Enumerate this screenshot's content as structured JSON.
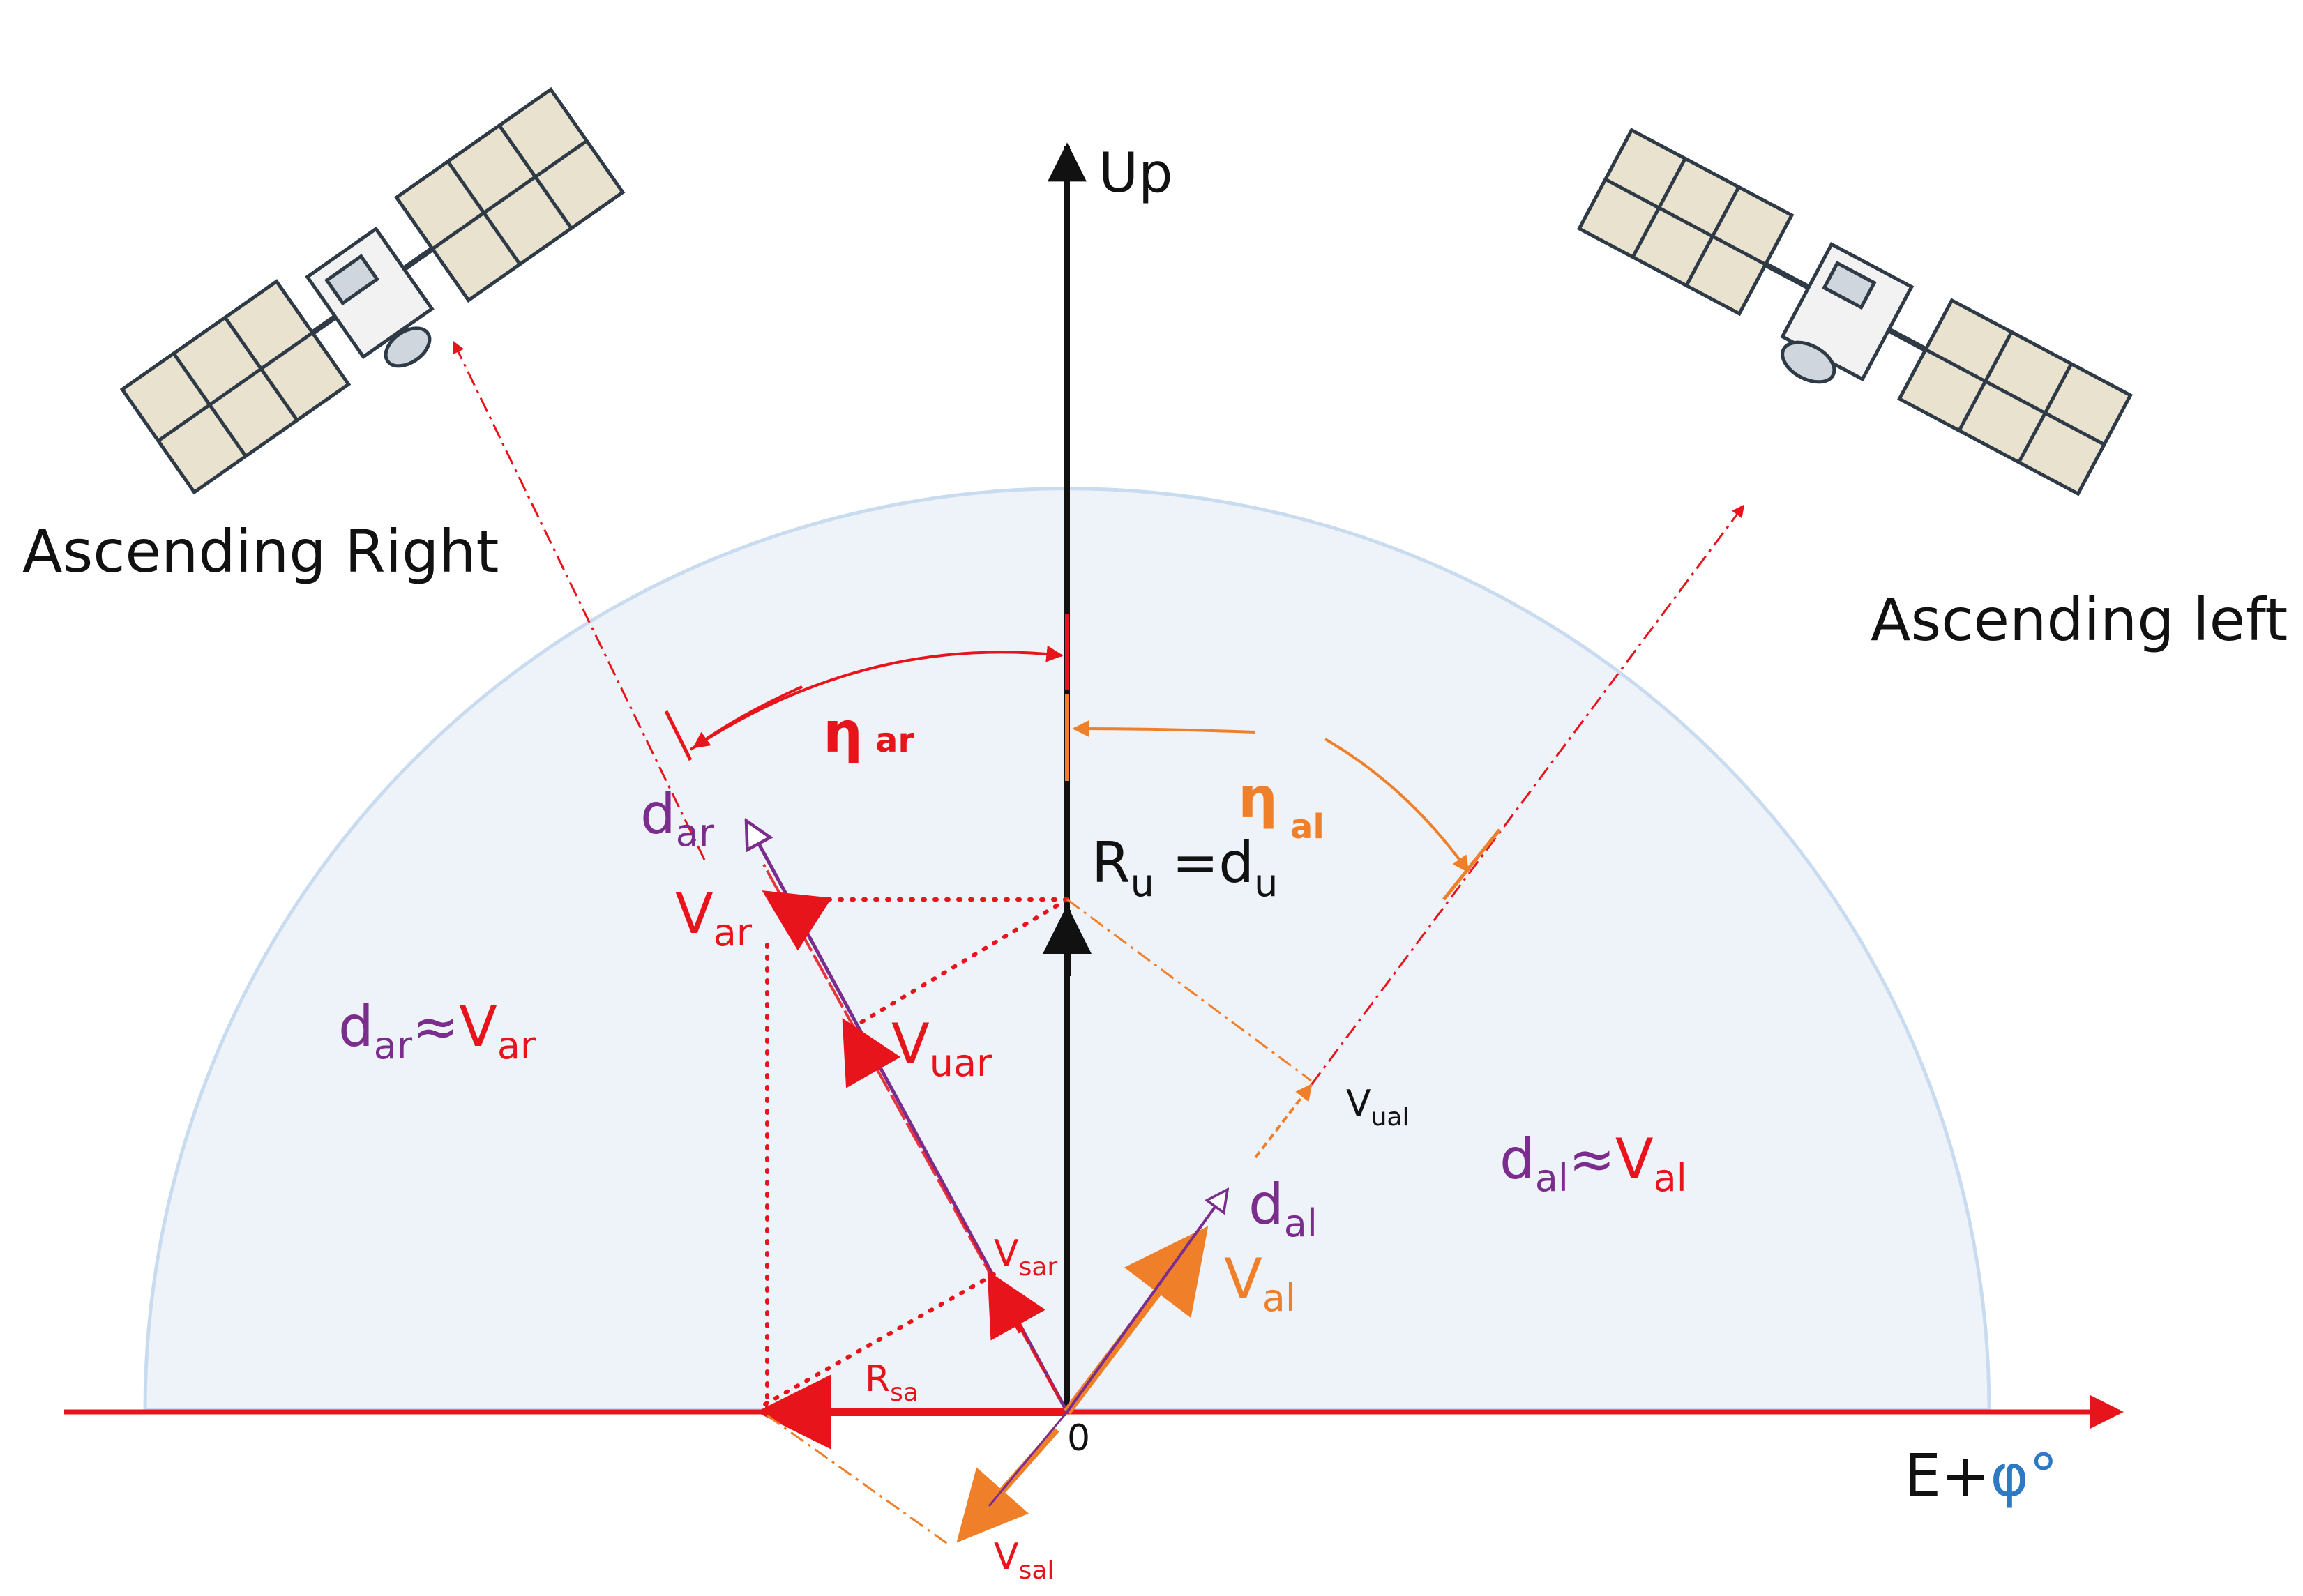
{
  "labels": {
    "up": "Up",
    "east": "E+",
    "phi": "φ°",
    "origin": "0",
    "ascending_right": "Ascending Right",
    "ascending_left": "Ascending left",
    "eta": "η",
    "eta_ar_sub": "ar",
    "eta_al_sub": "al",
    "R": "R",
    "u_sub": "u",
    "eq": " =d",
    "d": "d",
    "V": "V",
    "approx": "≈",
    "ar_sub": "ar",
    "al_sub": "al",
    "uar_sub": "uar",
    "ual_sub": "ual",
    "sar_sub": "sar",
    "sal_sub": "sal",
    "sa_sub": "sa"
  },
  "colors": {
    "axis_black": "#111111",
    "axis_red": "#e8141b",
    "purple": "#7a2d8c",
    "orange": "#f07f2a",
    "hemisphere_fill": "#eef2f9",
    "hemisphere_stroke": "#c9dcef",
    "phi_blue": "#2e79c4"
  },
  "icons": {
    "satellite_right": "satellite-icon",
    "satellite_left": "satellite-icon"
  }
}
